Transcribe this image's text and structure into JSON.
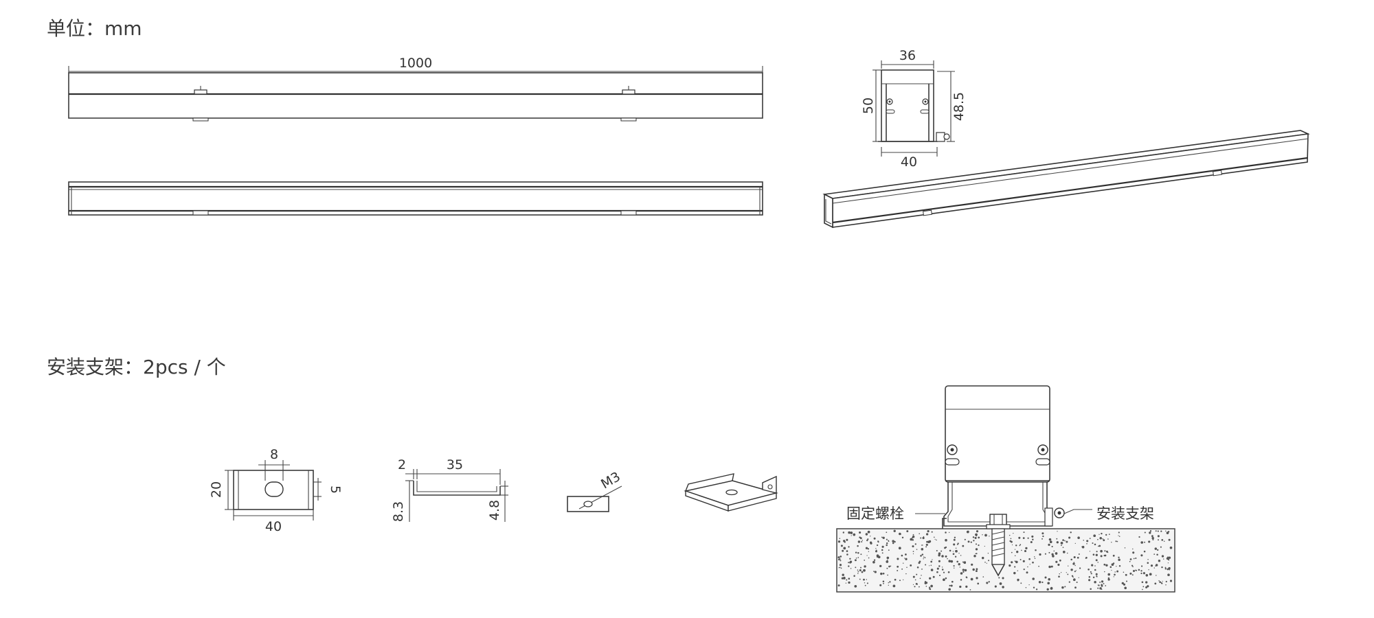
{
  "headings": {
    "unit_label": "单位：mm",
    "bracket_label": "安装支架：2pcs / 个"
  },
  "profile_drawing": {
    "length": "1000",
    "section_top_width": "36",
    "section_height_outer": "50",
    "section_height_inner": "48.5",
    "section_bottom_width": "40"
  },
  "bracket_drawing": {
    "slot_width": "8",
    "height": "20",
    "slot_height": "5",
    "width": "40",
    "lip": "2",
    "base_length": "35",
    "depth_left": "8.3",
    "depth_right": "4.8",
    "screw_size": "M3"
  },
  "install_callouts": {
    "fixing_bolt": "固定螺栓",
    "mounting_bracket": "安装支架"
  },
  "colors": {
    "line": "#3a3a3a",
    "concrete_fill": "#f4f4f4",
    "speckle": "#555555"
  }
}
